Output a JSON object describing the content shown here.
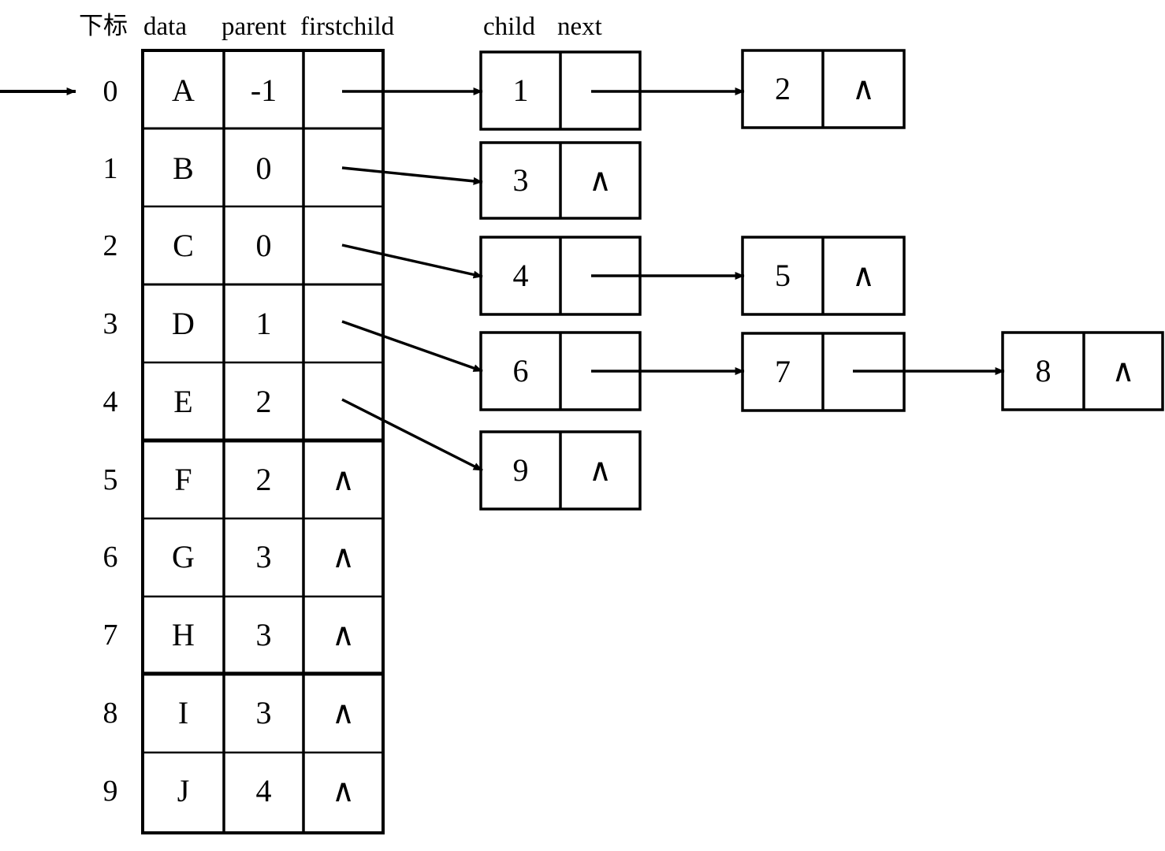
{
  "diagram": {
    "title_labels": {
      "index": "下标",
      "data": "data",
      "parent": "parent",
      "firstchild": "firstchild",
      "child": "child",
      "next": "next"
    },
    "nil_symbol": "∧",
    "entry_arrow_name": "head-pointer"
  },
  "table": {
    "columns": [
      "data",
      "parent",
      "firstchild"
    ],
    "rows": [
      {
        "index": "0",
        "data": "A",
        "parent": "-1",
        "firstchild": ""
      },
      {
        "index": "1",
        "data": "B",
        "parent": "0",
        "firstchild": ""
      },
      {
        "index": "2",
        "data": "C",
        "parent": "0",
        "firstchild": ""
      },
      {
        "index": "3",
        "data": "D",
        "parent": "1",
        "firstchild": ""
      },
      {
        "index": "4",
        "data": "E",
        "parent": "2",
        "firstchild": ""
      },
      {
        "index": "5",
        "data": "F",
        "parent": "2",
        "firstchild": "∧"
      },
      {
        "index": "6",
        "data": "G",
        "parent": "3",
        "firstchild": "∧"
      },
      {
        "index": "7",
        "data": "H",
        "parent": "3",
        "firstchild": "∧"
      },
      {
        "index": "8",
        "data": "I",
        "parent": "3",
        "firstchild": "∧"
      },
      {
        "index": "9",
        "data": "J",
        "parent": "4",
        "firstchild": "∧"
      }
    ]
  },
  "child_lists": [
    {
      "owner_index": "0",
      "nodes": [
        {
          "child": "1",
          "next": ""
        },
        {
          "child": "2",
          "next": "∧"
        }
      ]
    },
    {
      "owner_index": "1",
      "nodes": [
        {
          "child": "3",
          "next": "∧"
        }
      ]
    },
    {
      "owner_index": "2",
      "nodes": [
        {
          "child": "4",
          "next": ""
        },
        {
          "child": "5",
          "next": "∧"
        }
      ]
    },
    {
      "owner_index": "3",
      "nodes": [
        {
          "child": "6",
          "next": ""
        },
        {
          "child": "7",
          "next": ""
        },
        {
          "child": "8",
          "next": "∧"
        }
      ]
    },
    {
      "owner_index": "4",
      "nodes": [
        {
          "child": "9",
          "next": "∧"
        }
      ]
    }
  ],
  "colors": {
    "stroke": "#000000",
    "background": "#ffffff"
  }
}
